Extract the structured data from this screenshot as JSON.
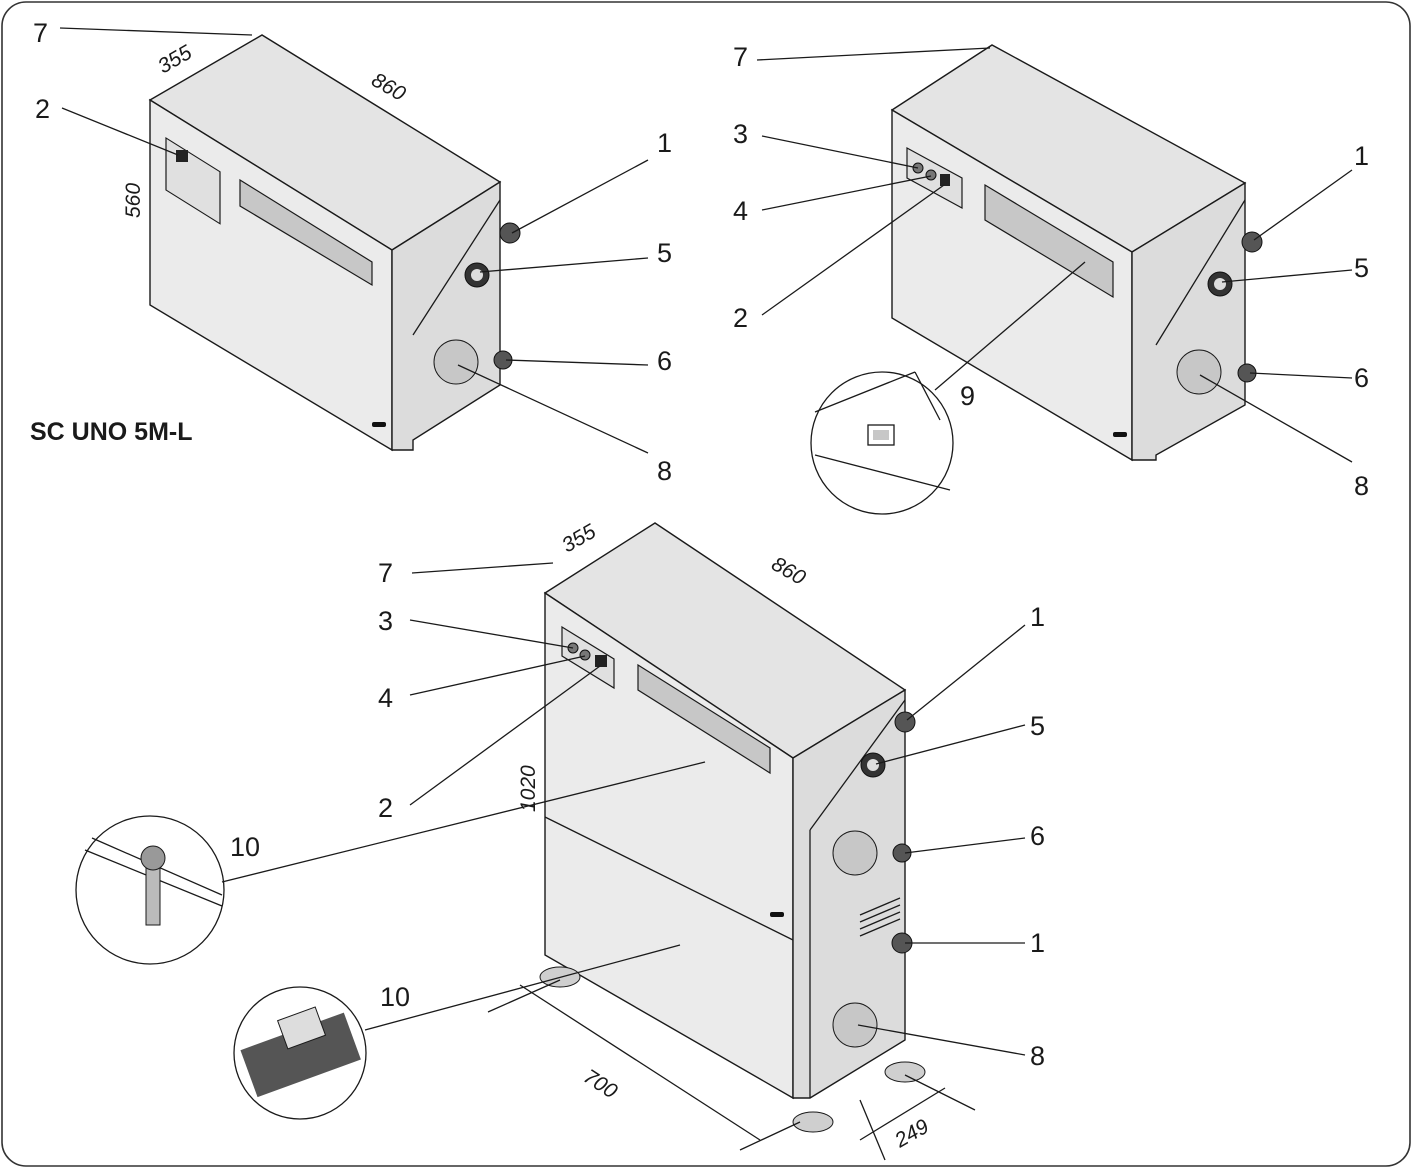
{
  "title": "SC UNO 5M-L",
  "dimensions": {
    "top_left_depth": "355",
    "top_left_width": "860",
    "top_left_height": "560",
    "bottom_depth": "355",
    "bottom_width": "860",
    "bottom_height": "1020",
    "bottom_base_length": "700",
    "bottom_base_depth": "249"
  },
  "callouts": {
    "tl": [
      "7",
      "2",
      "1",
      "5",
      "6",
      "8"
    ],
    "tr": [
      "7",
      "3",
      "4",
      "2",
      "1",
      "5",
      "6",
      "9",
      "8"
    ],
    "bottom": [
      "7",
      "3",
      "4",
      "2",
      "1",
      "5",
      "6",
      "10",
      "1",
      "10",
      "8"
    ]
  },
  "colors": {
    "line": "#1a1a1a",
    "front_face": "#ebebeb",
    "top_face": "#e4e4e4",
    "side_face": "#dcdcdc",
    "window": "#c7c7c7",
    "border": "#333333"
  }
}
